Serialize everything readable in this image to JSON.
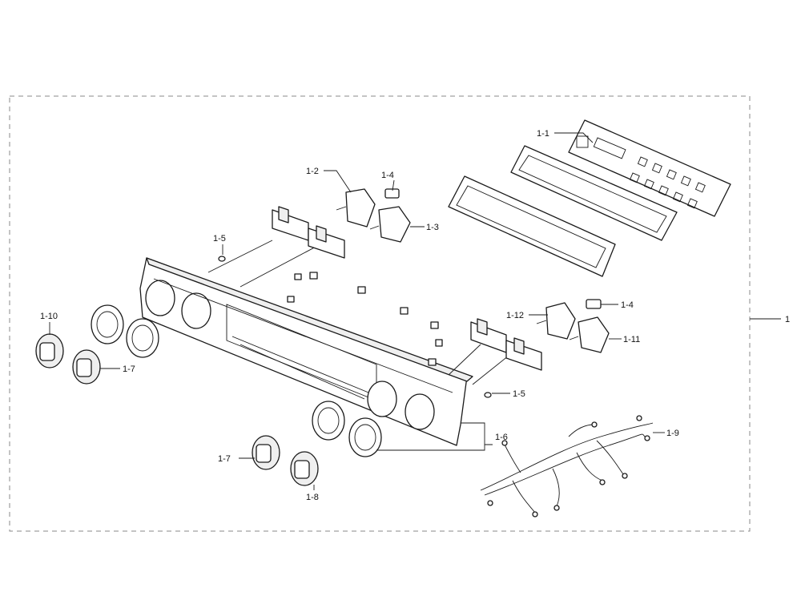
{
  "callouts": {
    "assembly": "1",
    "c1_1": "1-1",
    "c1_2": "1-2",
    "c1_3": "1-3",
    "c1_4a": "1-4",
    "c1_4b": "1-4",
    "c1_5a": "1-5",
    "c1_5b": "1-5",
    "c1_6": "1-6",
    "c1_7a": "1-7",
    "c1_7b": "1-7",
    "c1_8": "1-8",
    "c1_9": "1-9",
    "c1_10": "1-10",
    "c1_11": "1-11",
    "c1_12": "1-12"
  },
  "colors": {
    "line": "#1a1a1a",
    "frame": "#8a8a8a",
    "background": "#ffffff"
  }
}
